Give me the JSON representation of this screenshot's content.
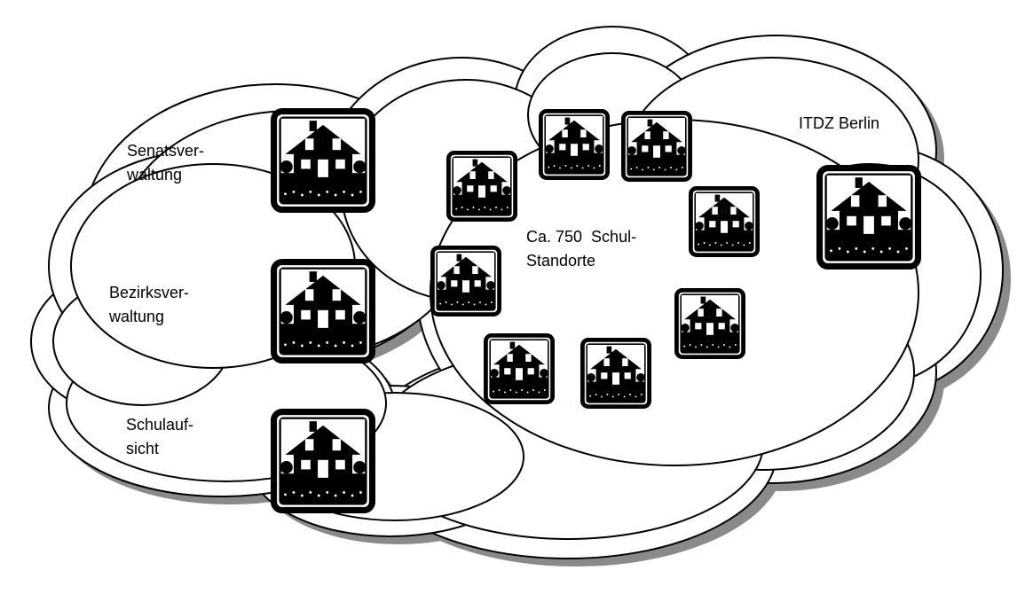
{
  "colors": {
    "outline": "#000000",
    "fill": "#ffffff",
    "shadow": "#8a8a8a"
  },
  "icon": "house-icon",
  "labels": {
    "senat": [
      "Senatsver-",
      "waltung"
    ],
    "bezirk": [
      "Bezirksver-",
      "waltung"
    ],
    "schulaufsicht": [
      "Schulauf-",
      "sicht"
    ],
    "schulen": [
      "Ca. 750  Schul-",
      "Standorte"
    ],
    "itdz": "ITDZ Berlin"
  }
}
